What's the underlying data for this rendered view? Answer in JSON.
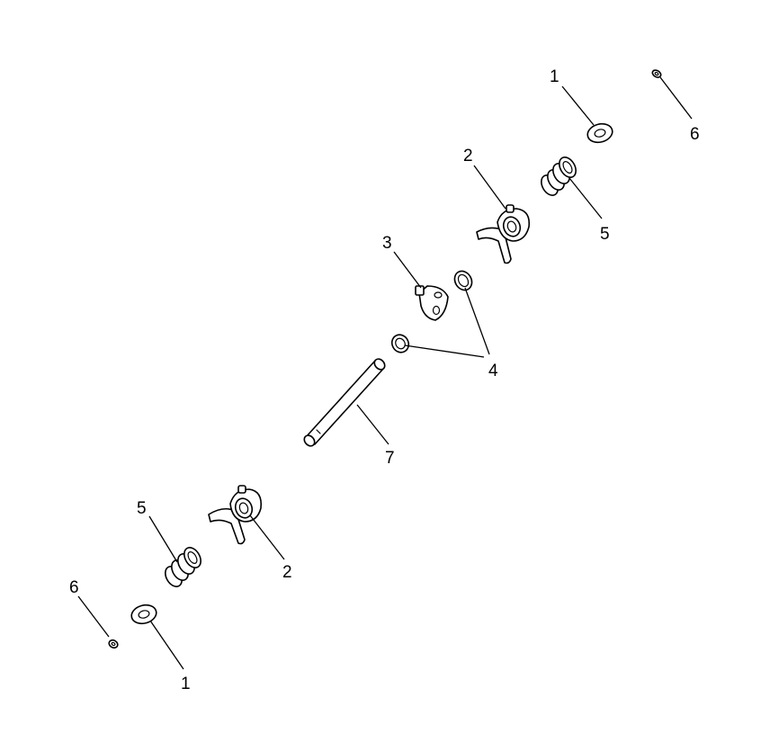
{
  "callouts": {
    "c1_top": "1",
    "c6_top": "6",
    "c2_top": "2",
    "c5_top": "5",
    "c3": "3",
    "c4": "4",
    "c7": "7",
    "c5_bottom": "5",
    "c2_bottom": "2",
    "c6_bottom": "6",
    "c1_bottom": "1"
  }
}
